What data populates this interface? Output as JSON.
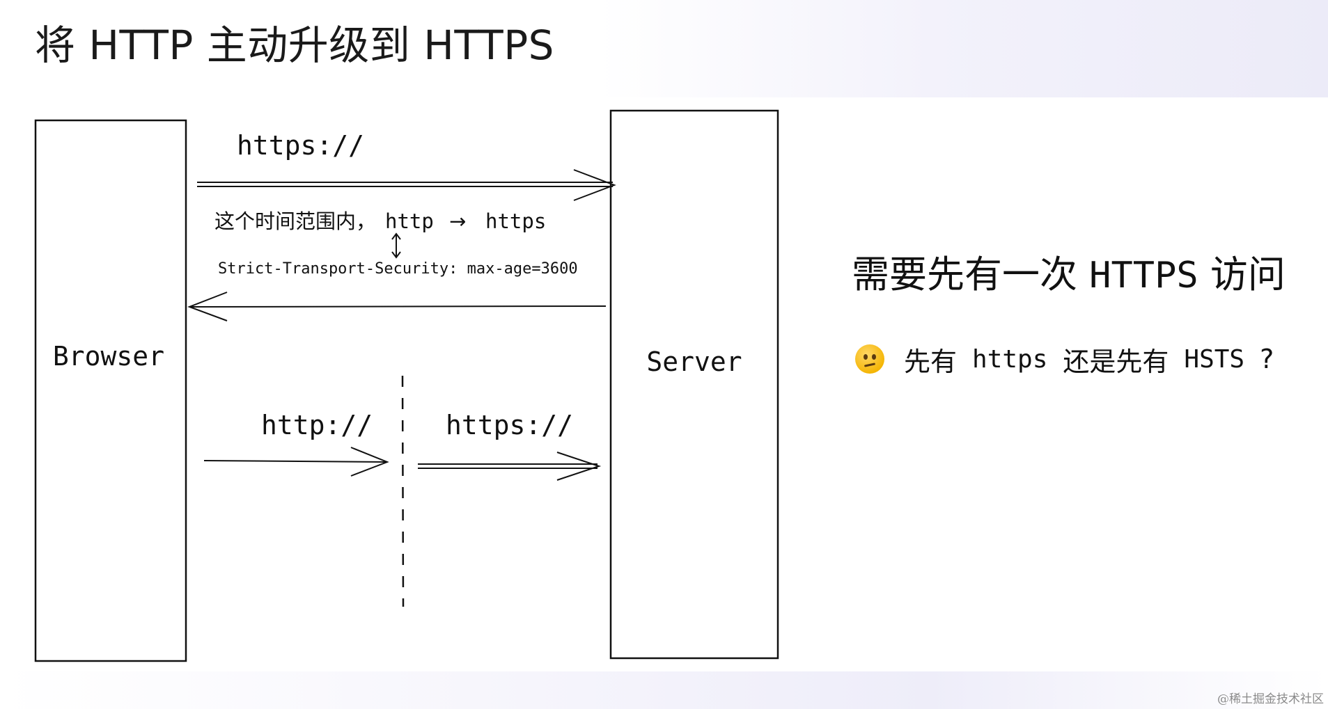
{
  "title": "将 HTTP 主动升级到 HTTPS",
  "diagram": {
    "browser_label": "Browser",
    "server_label": "Server",
    "https_label_top": "https://",
    "time_range_text": "这个时间范围内，",
    "http_text": "http",
    "arrow_glyph": "→",
    "https_text": "https",
    "hsts_header": "Strict-Transport-Security: max-age=3600",
    "http_label_bottom": "http://",
    "https_label_bottom": "https://"
  },
  "right_panel": {
    "question_prefix": "需要先有一次",
    "question_mono": "HTTPS",
    "question_suffix": "访问",
    "emoji_icon": "thinking-face-icon",
    "sub_prefix": "先有",
    "sub_https": "https",
    "sub_middle": "还是先有",
    "sub_hsts": "HSTS",
    "sub_qmark": "?"
  },
  "footer": "@稀土掘金技术社区"
}
